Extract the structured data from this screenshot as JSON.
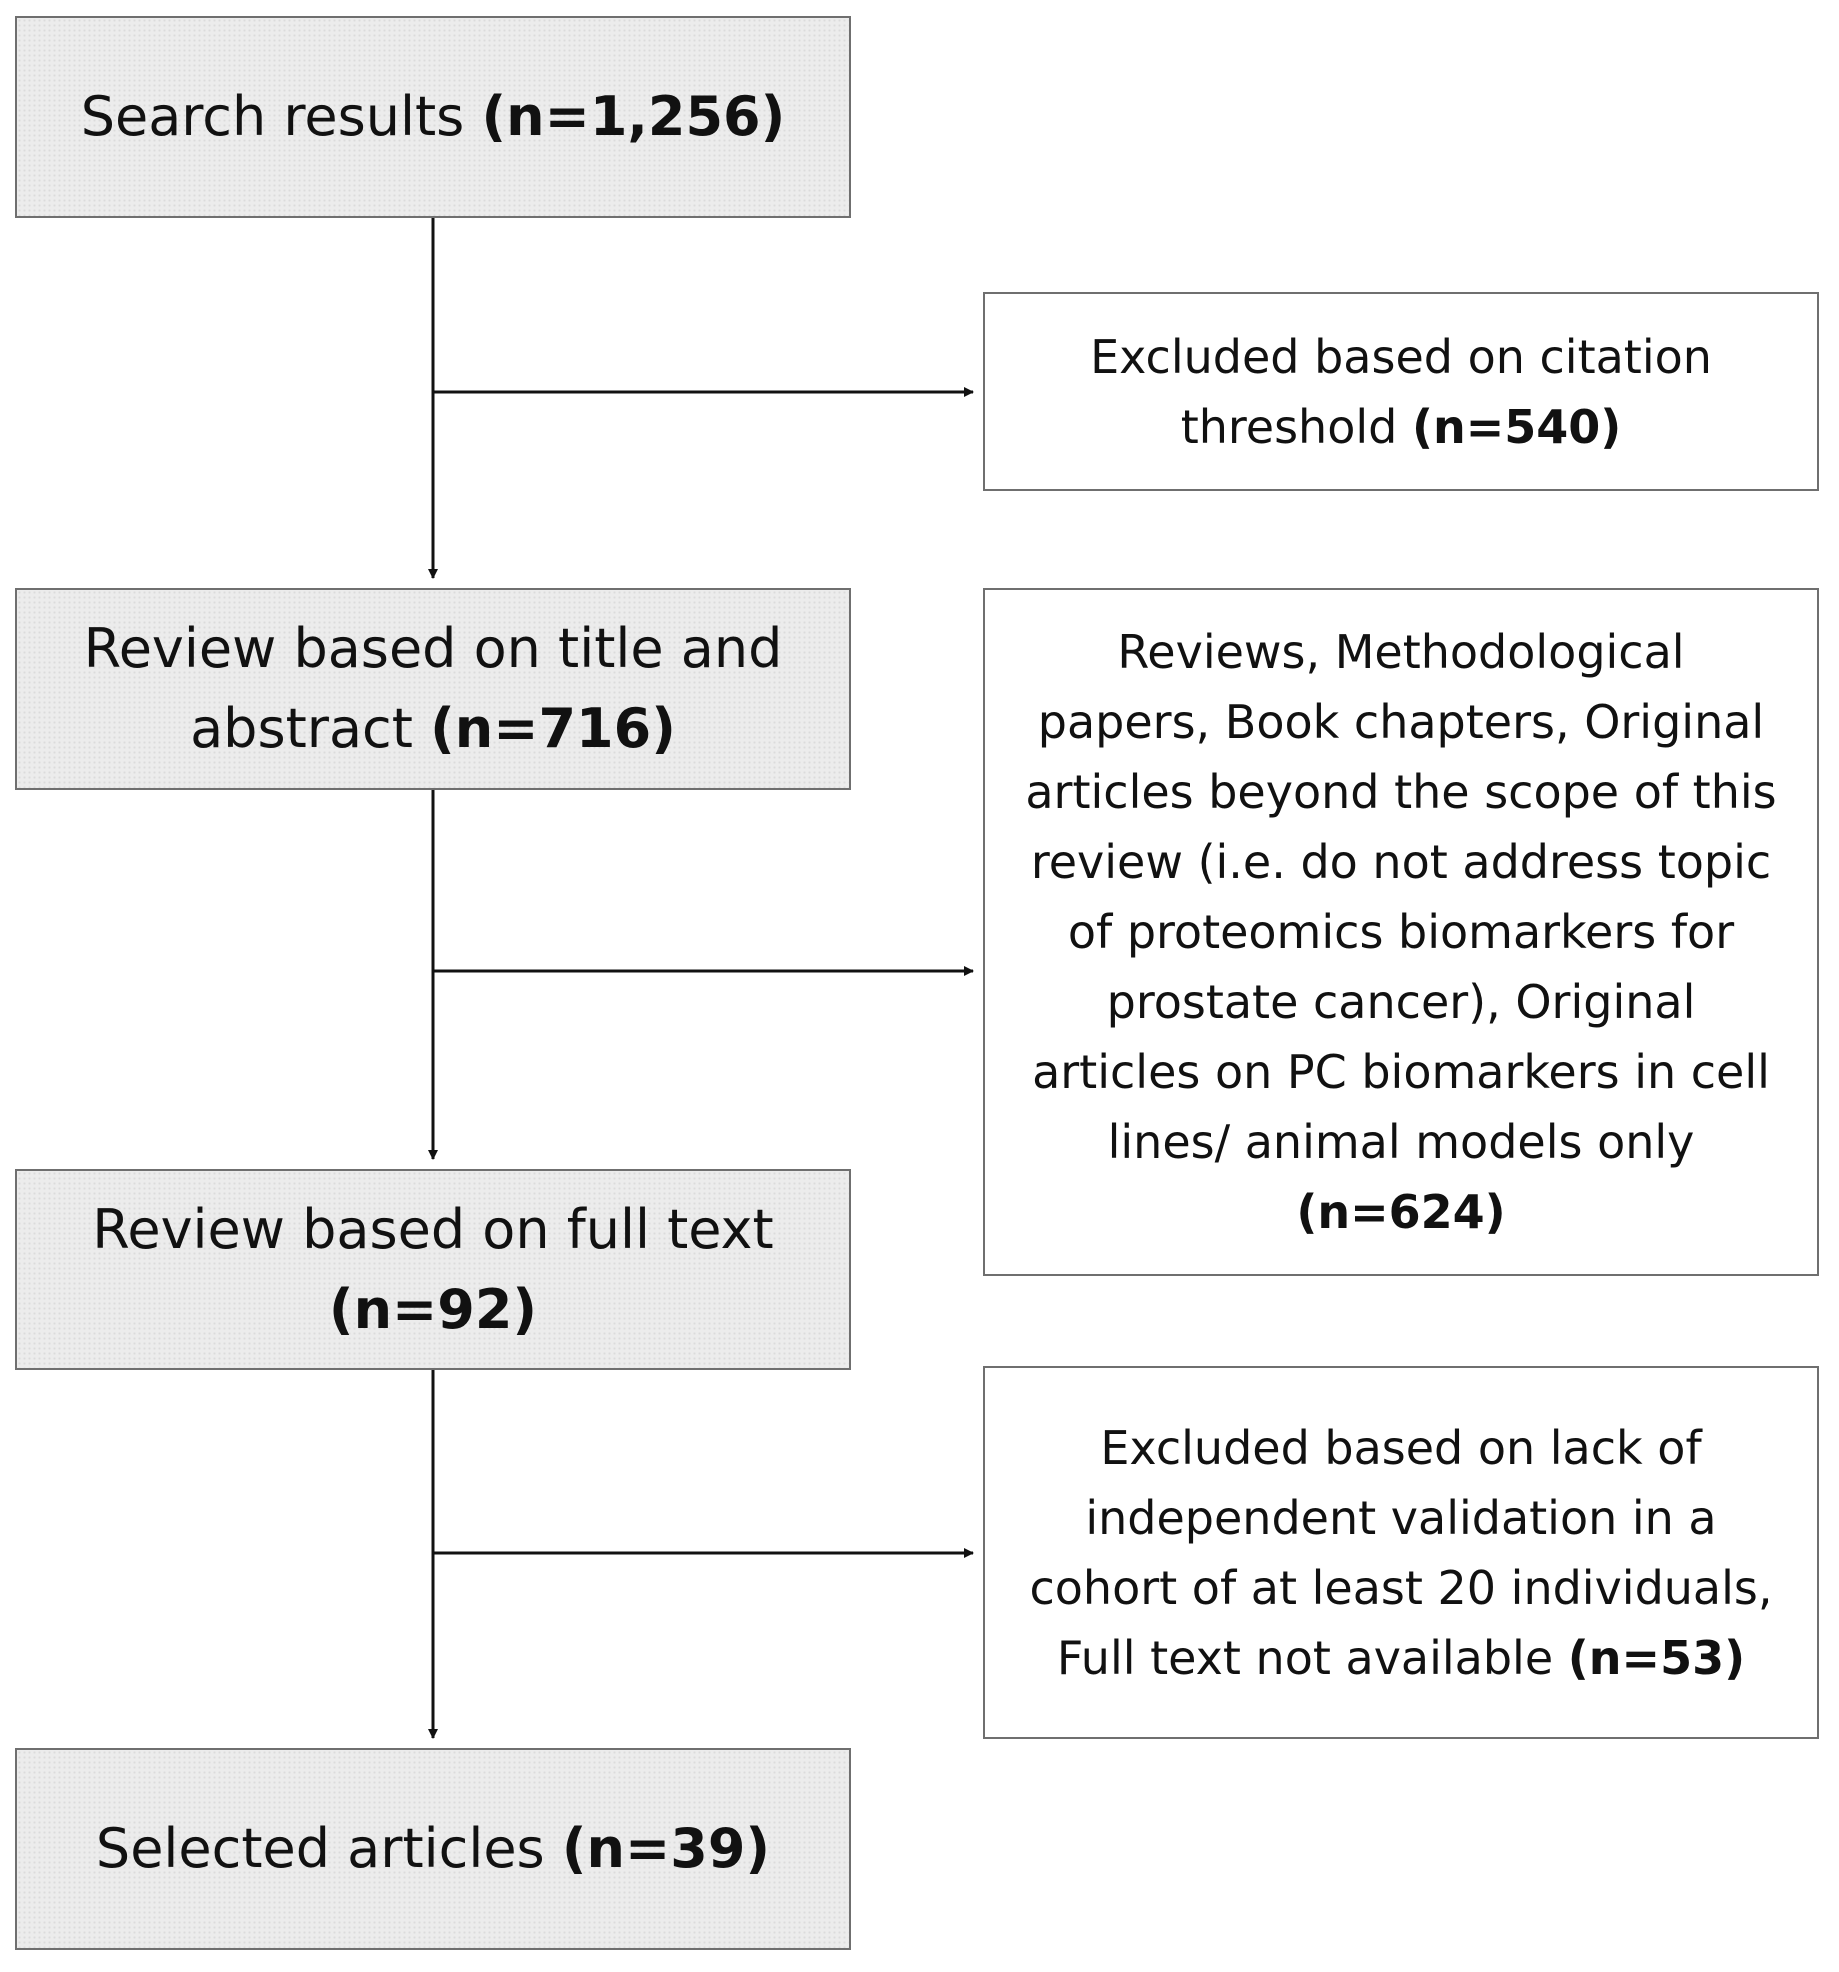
{
  "steps": [
    {
      "text": "Search results",
      "count": "(n=1,256)"
    },
    {
      "lines": [
        "Review based on title and",
        "abstract"
      ],
      "count": "(n=716)"
    },
    {
      "lines": [
        "Review based on full text"
      ],
      "count": "(n=92)"
    },
    {
      "text": "Selected articles",
      "count": "(n=39)"
    }
  ],
  "exclusions": [
    {
      "lines": [
        "Excluded based on citation",
        "threshold"
      ],
      "count": "(n=540)"
    },
    {
      "lines": [
        "Reviews, Methodological",
        "papers, Book chapters, Original",
        "articles beyond the scope of this",
        "review (i.e. do not address topic",
        "of proteomics biomarkers for",
        "prostate cancer), Original",
        "articles on PC biomarkers in cell",
        "lines/ animal models only"
      ],
      "count": "(n=624)"
    },
    {
      "lines": [
        "Excluded based on lack of",
        "independent validation in a",
        "cohort of at least 20 individuals,",
        "Full text not available"
      ],
      "count": "(n=53)"
    }
  ]
}
